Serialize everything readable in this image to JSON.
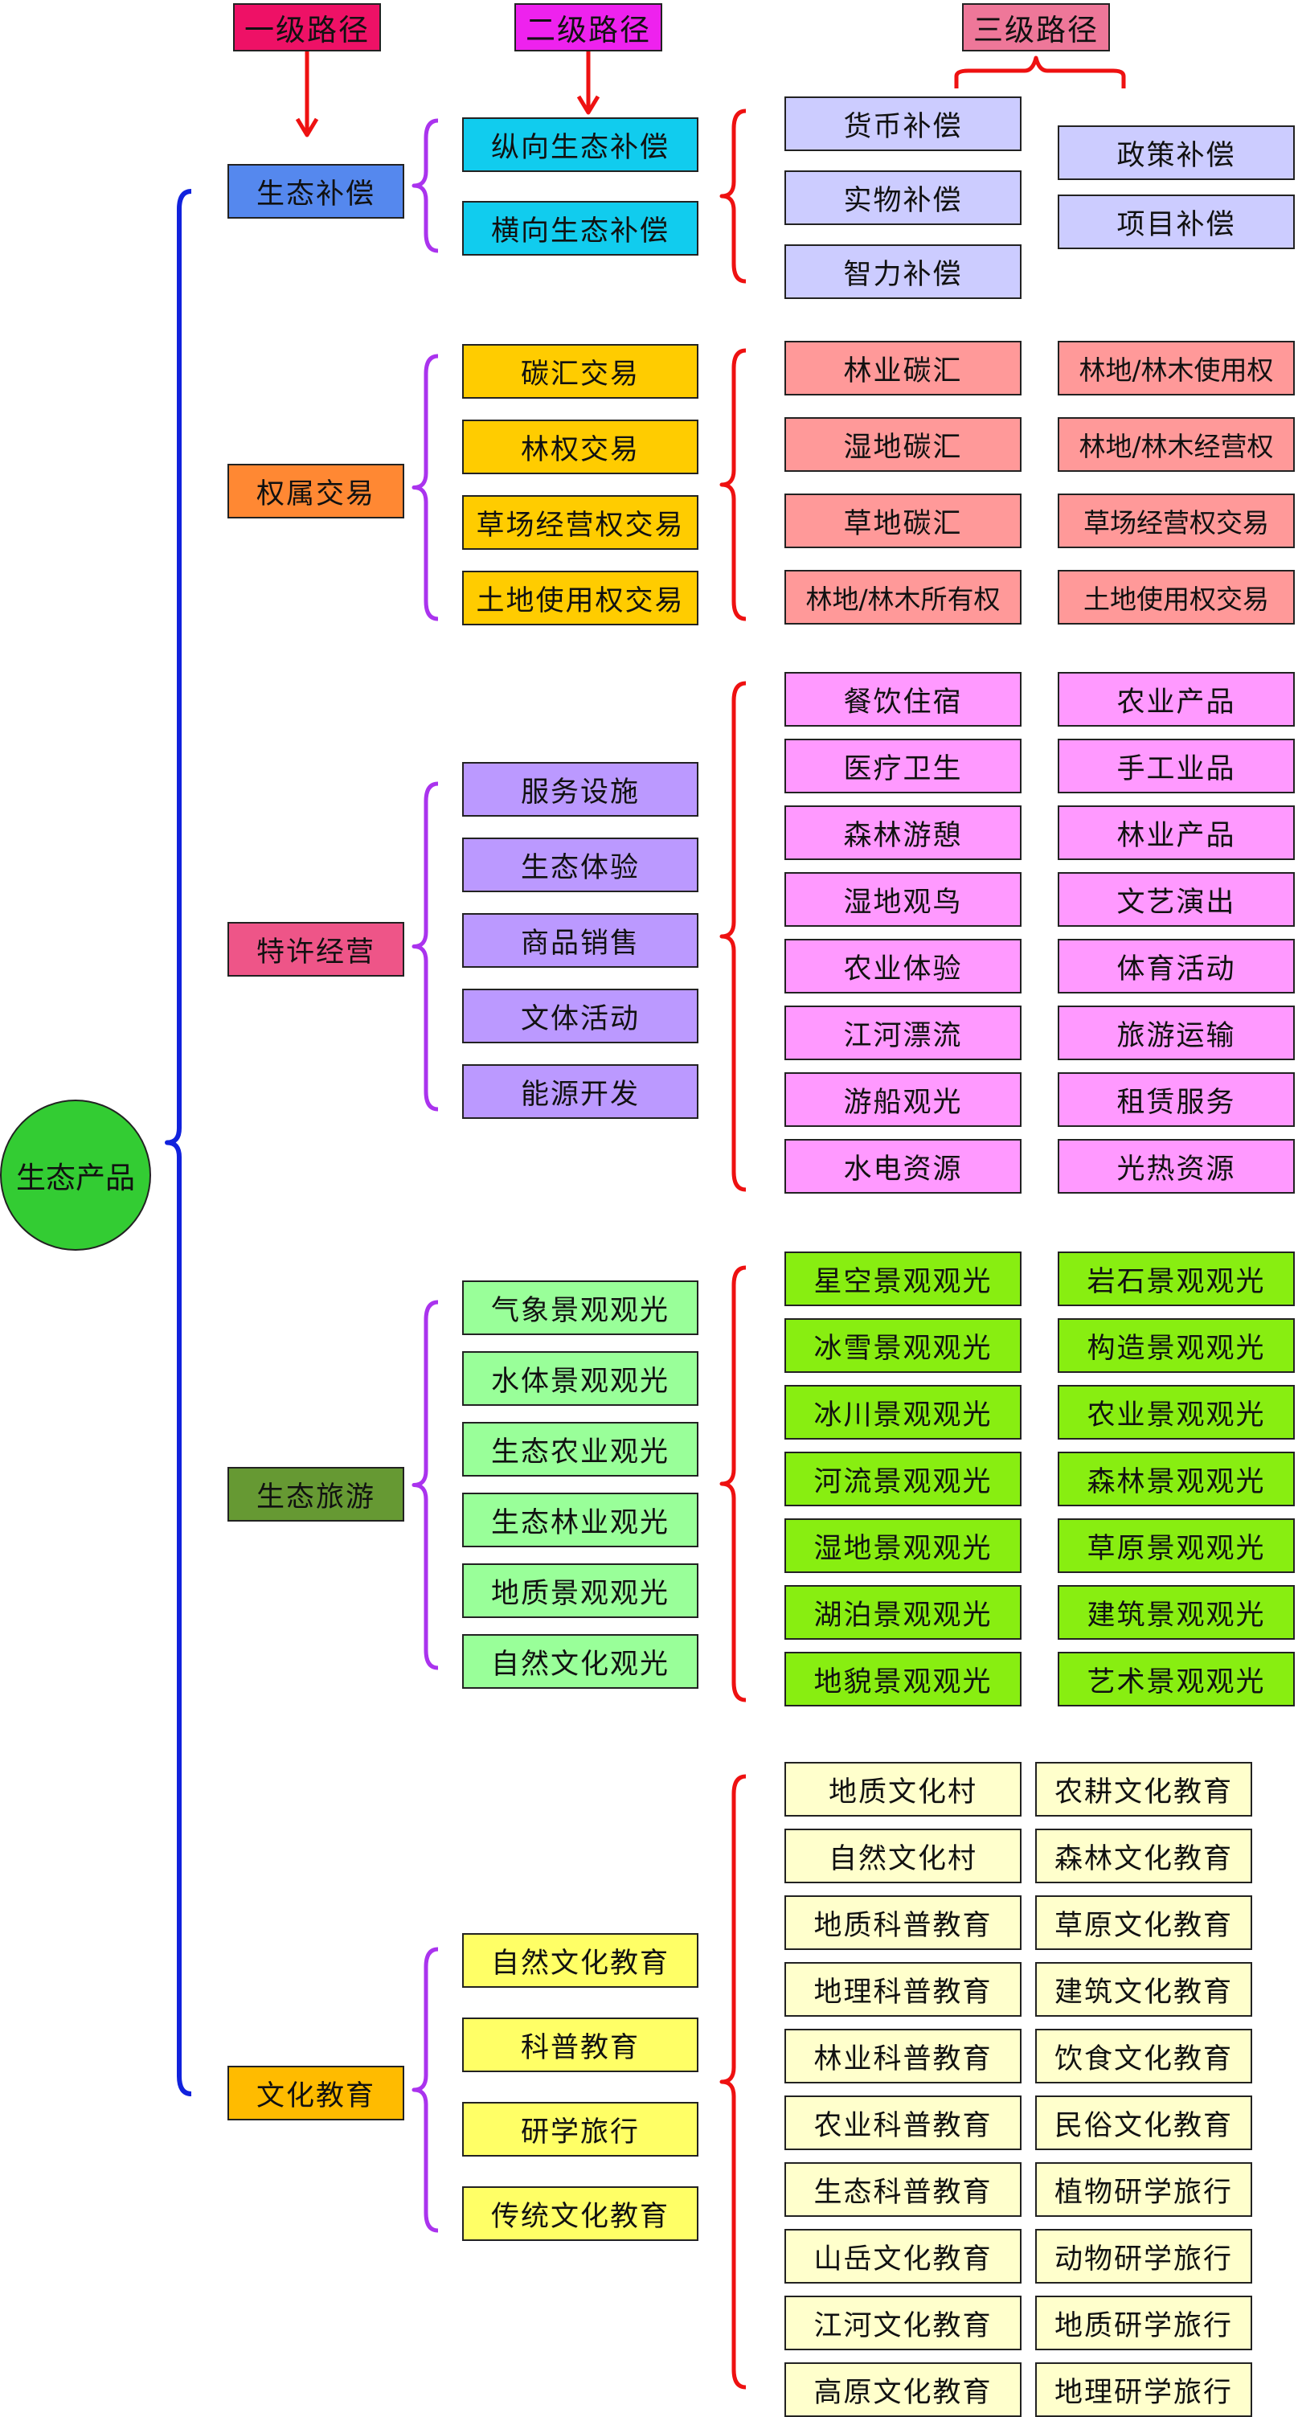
{
  "headers": {
    "level1": "一级路径",
    "level2": "二级路径",
    "level3": "三级路径"
  },
  "root": "生态产品",
  "colors": {
    "header1": "#ee1166",
    "header2": "#ee22ee",
    "header3": "#ee7799",
    "arrow": "#ee1111",
    "brace_main": "#1122dd",
    "brace_l2": "#aa33ee",
    "brace_l3": "#ee1111"
  },
  "categories": [
    {
      "name": "生态补偿",
      "color": "#5588ee",
      "l2_color": "#11ccee",
      "l2": [
        "纵向生态补偿",
        "横向生态补偿"
      ],
      "l3_color": "#ccccff",
      "l3_left": [
        "货币补偿",
        "实物补偿",
        "智力补偿"
      ],
      "l3_right": [
        "政策补偿",
        "项目补偿"
      ]
    },
    {
      "name": "权属交易",
      "color": "#ff8833",
      "l2_color": "#ffcc00",
      "l2": [
        "碳汇交易",
        "林权交易",
        "草场经营权交易",
        "土地使用权交易"
      ],
      "l3_color": "#ff9999",
      "l3_left": [
        "林业碳汇",
        "湿地碳汇",
        "草地碳汇",
        "林地/林木所有权"
      ],
      "l3_right": [
        "林地/林木使用权",
        "林地/林木经营权",
        "草场经营权交易",
        "土地使用权交易"
      ]
    },
    {
      "name": "特许经营",
      "color": "#ee5588",
      "l2_color": "#bb99ff",
      "l2": [
        "服务设施",
        "生态体验",
        "商品销售",
        "文体活动",
        "能源开发"
      ],
      "l3_color": "#ff99ff",
      "l3_left": [
        "餐饮住宿",
        "医疗卫生",
        "森林游憩",
        "湿地观鸟",
        "农业体验",
        "江河漂流",
        "游船观光",
        "水电资源"
      ],
      "l3_right": [
        "农业产品",
        "手工业品",
        "林业产品",
        "文艺演出",
        "体育活动",
        "旅游运输",
        "租赁服务",
        "光热资源"
      ]
    },
    {
      "name": "生态旅游",
      "color": "#669933",
      "l2_color": "#99ff99",
      "l2": [
        "气象景观观光",
        "水体景观观光",
        "生态农业观光",
        "生态林业观光",
        "地质景观观光",
        "自然文化观光"
      ],
      "l3_color": "#88ee11",
      "l3_left": [
        "星空景观观光",
        "冰雪景观观光",
        "冰川景观观光",
        "河流景观观光",
        "湿地景观观光",
        "湖泊景观观光",
        "地貌景观观光"
      ],
      "l3_right": [
        "岩石景观观光",
        "构造景观观光",
        "农业景观观光",
        "森林景观观光",
        "草原景观观光",
        "建筑景观观光",
        "艺术景观观光"
      ]
    },
    {
      "name": "文化教育",
      "color": "#ffbb00",
      "l2_color": "#ffff66",
      "l2": [
        "自然文化教育",
        "科普教育",
        "研学旅行",
        "传统文化教育"
      ],
      "l3_color": "#ffffcc",
      "l3_left": [
        "地质文化村",
        "自然文化村",
        "地质科普教育",
        "地理科普教育",
        "林业科普教育",
        "农业科普教育",
        "生态科普教育",
        "山岳文化教育",
        "江河文化教育",
        "高原文化教育"
      ],
      "l3_right": [
        "农耕文化教育",
        "森林文化教育",
        "草原文化教育",
        "建筑文化教育",
        "饮食文化教育",
        "民俗文化教育",
        "植物研学旅行",
        "动物研学旅行",
        "地质研学旅行",
        "地理研学旅行"
      ]
    }
  ]
}
